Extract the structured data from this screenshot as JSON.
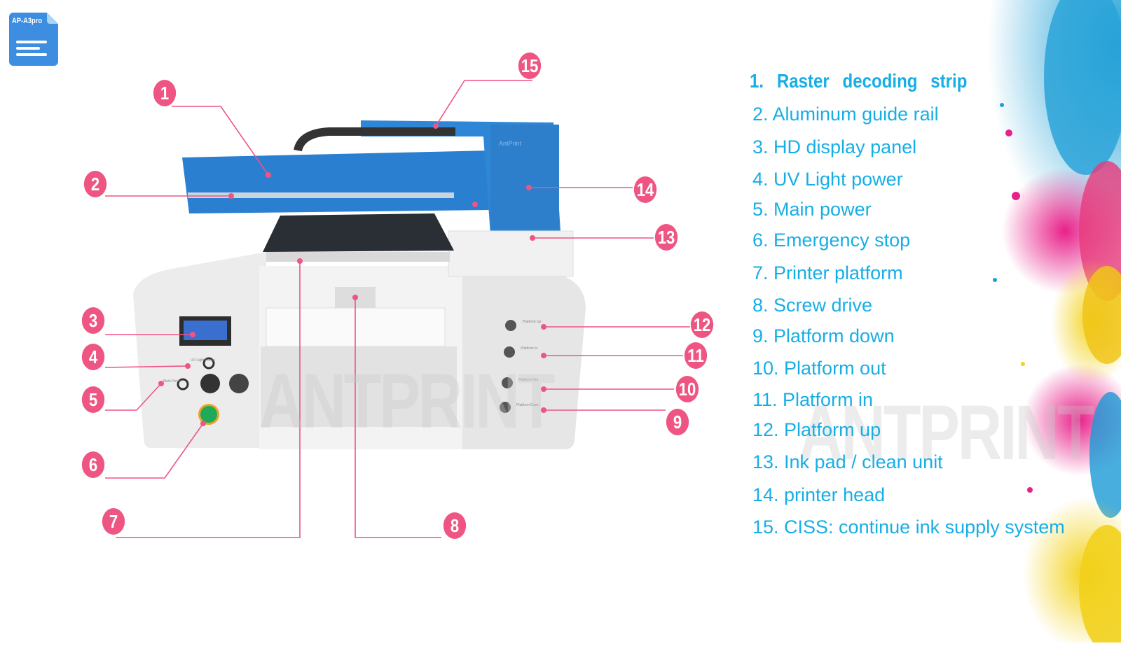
{
  "logo": {
    "label": "AP-A3pro",
    "icon": "document-icon"
  },
  "watermark": "ANTPRINT",
  "printer": {
    "brand": "AntPrint",
    "panel_labels": [
      "Platform Up",
      "Platform In",
      "Platform Out",
      "Platform Down",
      "UV Light Power",
      "Main Power"
    ]
  },
  "callouts": [
    "1",
    "2",
    "3",
    "4",
    "5",
    "6",
    "7",
    "8",
    "9",
    "10",
    "11",
    "12",
    "13",
    "14",
    "15"
  ],
  "legend": [
    "1. Raster decoding strip",
    "2. Aluminum guide rail",
    "3. HD display panel",
    "4. UV Light power",
    "5. Main power",
    "6. Emergency stop",
    "7. Printer platform",
    "8. Screw drive",
    "9. Platform down",
    "10. Platform out",
    "11. Platform in",
    "12. Platform up",
    "13. Ink pad / clean unit",
    "14. printer head",
    "15. CISS: continue ink supply system"
  ],
  "colors": {
    "accent": "#17aee6",
    "callout": "#ef5583",
    "printer_blue": "#2a7fd0"
  }
}
